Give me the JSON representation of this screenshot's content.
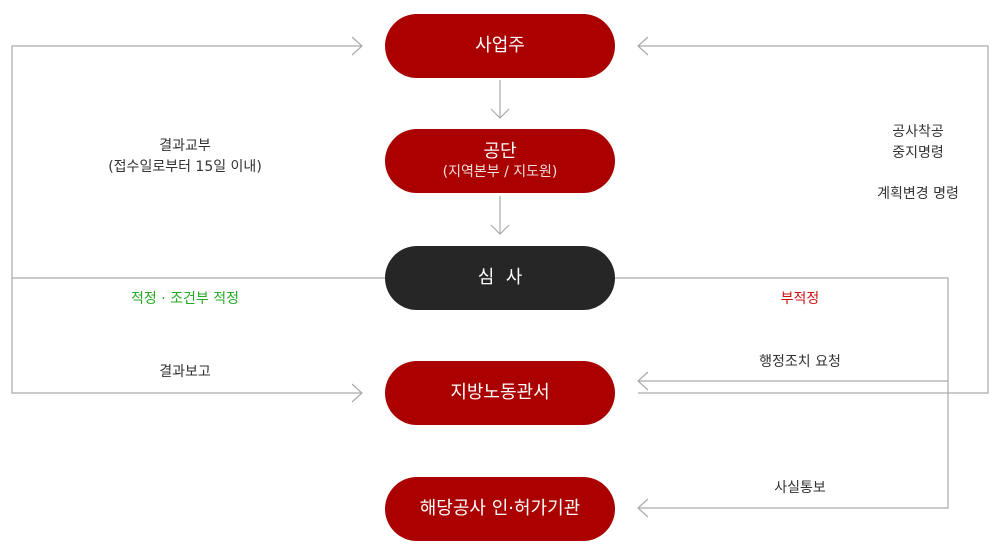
{
  "nodes": {
    "owner": "사업주",
    "agency": "공단",
    "agency_sub": "(지역본부 / 지도원)",
    "review": "심  사",
    "labor_office": "지방노동관서",
    "permit_agency": "해당공사 인·허가기관"
  },
  "labels": {
    "result_delivery_1": "결과교부",
    "result_delivery_2": "(접수일로부터 15일 이내)",
    "stop_order_1": "공사착공",
    "stop_order_2": "중지명령",
    "plan_change": "계획변경 명령",
    "appropriate": "적정 · 조건부 적정",
    "inappropriate": "부적정",
    "result_report": "결과보고",
    "admin_action": "행정조치 요청",
    "fact_notice": "사실통보"
  },
  "colors": {
    "node_red": "#aa0000",
    "node_dark": "#262626",
    "line": "#aaaaaa",
    "appropriate_text": "#22aa22",
    "inappropriate_text": "#cc1111"
  }
}
